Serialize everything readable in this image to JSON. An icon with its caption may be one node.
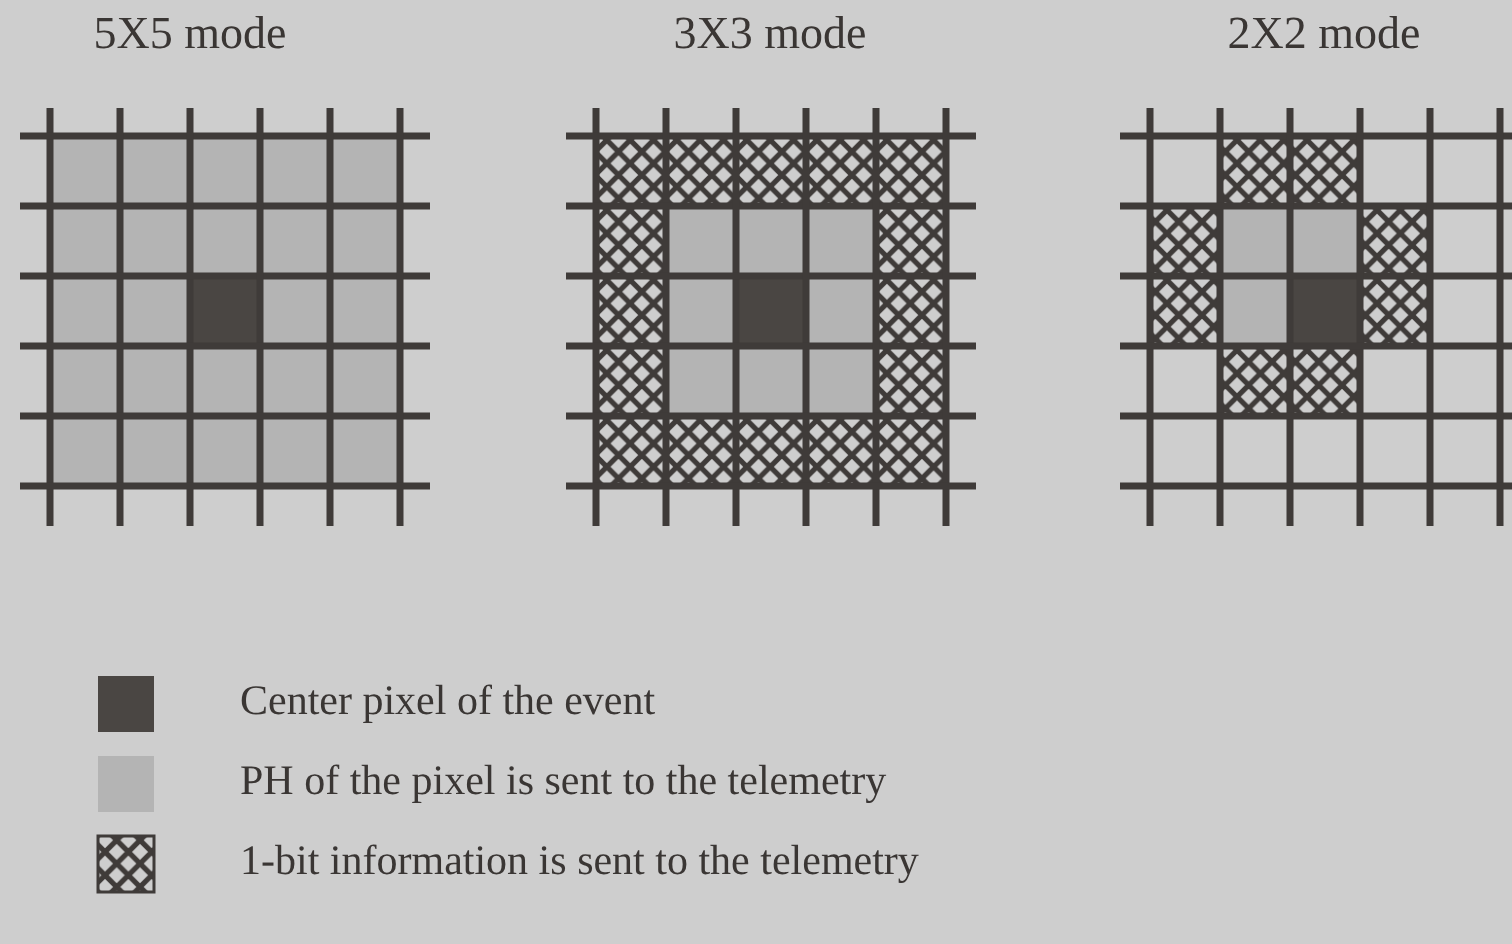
{
  "diagram": {
    "labels": [
      "5X5 mode",
      "3X3 mode",
      "2X2 mode"
    ],
    "legend": [
      {
        "text": "Center pixel of the event",
        "color": "#4a4643"
      },
      {
        "text": "PH of the pixel is sent to the telemetry",
        "color": "#b4b4b4"
      },
      {
        "text": "1-bit information is sent to the telemetry"
      }
    ]
  }
}
